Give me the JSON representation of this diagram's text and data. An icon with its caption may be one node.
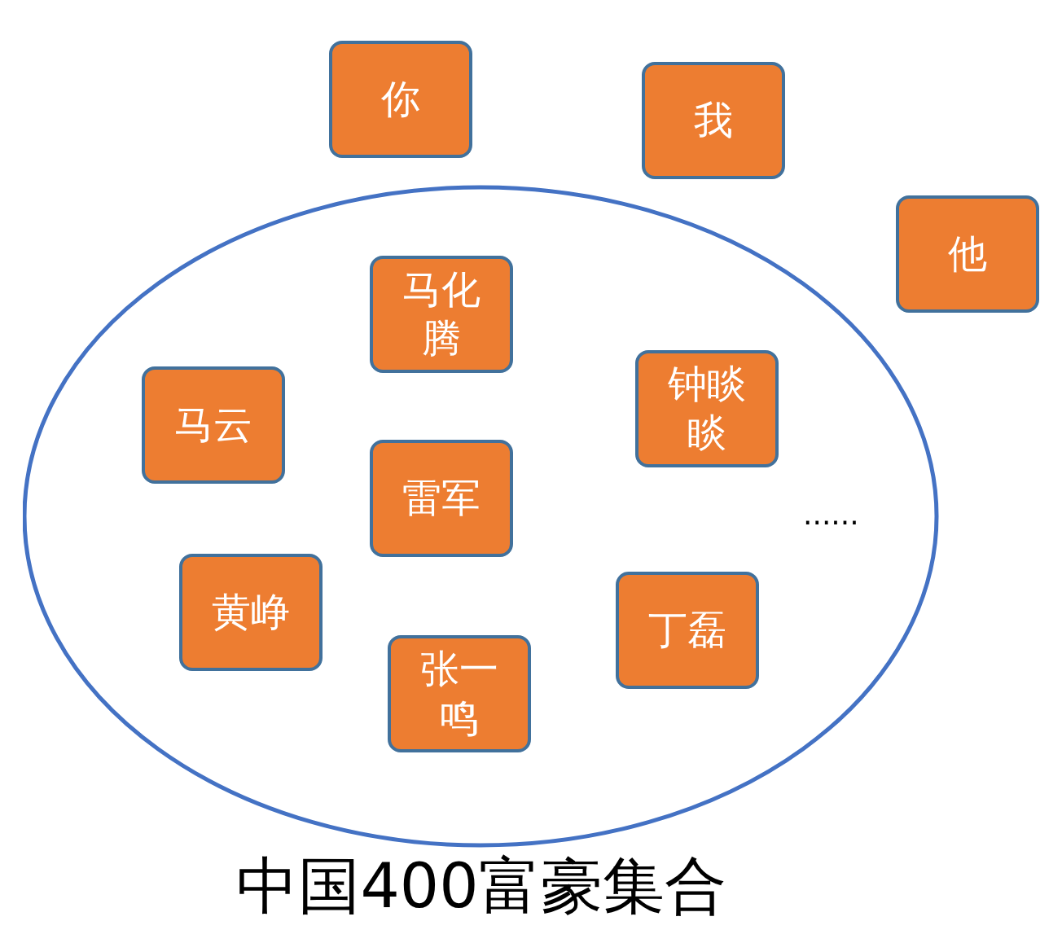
{
  "diagram": {
    "nodes": [
      {
        "text": [
          "中国400富豪集合"
        ]
      },
      {
        "text": [
          "你"
        ]
      },
      {
        "text": [
          "我"
        ]
      },
      {
        "text": [
          "他"
        ]
      },
      {
        "text": [
          "马化腾"
        ],
        "in": 0
      },
      {
        "text": [
          "马云"
        ],
        "in": 0
      },
      {
        "text": [
          "钟睒睒"
        ],
        "in": 0
      },
      {
        "text": [
          "雷军"
        ],
        "in": 0
      },
      {
        "text": [
          "黄峥"
        ],
        "in": 0
      },
      {
        "text": [
          "丁磊"
        ],
        "in": 0
      },
      {
        "text": [
          "张一鸣"
        ],
        "in": 0
      }
    ],
    "labels": [
      "......"
    ]
  }
}
